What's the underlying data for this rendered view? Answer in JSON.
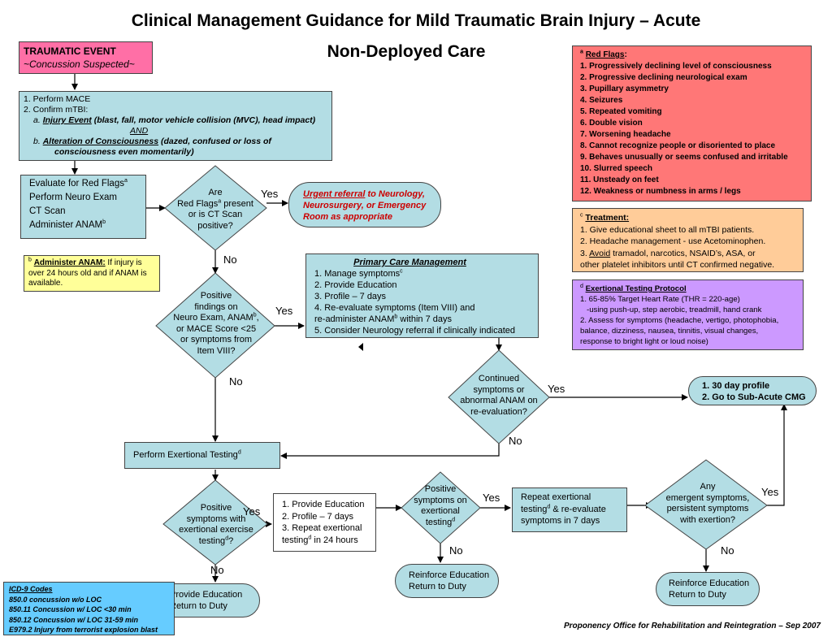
{
  "title": {
    "line1": "Clinical Management Guidance for Mild Traumatic Brain Injury – Acute",
    "line2": "Non-Deployed Care"
  },
  "colors": {
    "pink": "#ff6fa6",
    "teal": "#b3dde4",
    "red": "#ff7777",
    "orange": "#ffcc99",
    "purple": "#cc99ff",
    "yellow": "#ffff99",
    "blue": "#66ccff"
  },
  "trauma": {
    "line1": "TRAUMATIC EVENT",
    "line2": "~Concussion Suspected~"
  },
  "mace": {
    "l1": "1. Perform MACE",
    "l2": "2. Confirm mTBI:",
    "a_prefix": "a. ",
    "a_u": "Injury Event",
    "a_rest": " (blast, fall, motor vehicle collision (MVC), head impact)",
    "and": "AND",
    "b_prefix": "b. ",
    "b_u": "Alteration of Consciousness",
    "b_rest": " (dazed, confused or loss of",
    "b_rest2": "consciousness even momentarily)"
  },
  "evaluate": {
    "l1": "Evaluate for Red Flags",
    "l1_sup": "a",
    "l2": "Perform Neuro Exam",
    "l3": "CT Scan",
    "l4": "Administer ANAM",
    "l4_sup": "b"
  },
  "diamond1": {
    "l1": "Are",
    "l2a": "Red Flags",
    "l2sup": "a",
    "l2b": " present",
    "l3": "or is CT Scan",
    "l4": "positive?"
  },
  "urgent": {
    "u": "Urgent referral",
    "rest": " to Neurology, Neurosurgery, or Emergency Room as appropriate"
  },
  "anam_note": {
    "sup": "b",
    "u": "Administer ANAM:",
    "rest": " If injury is over 24 hours old and if ANAM is available."
  },
  "diamond2": {
    "l1": "Positive",
    "l2": "findings on",
    "l3a": "Neuro Exam, ANAM",
    "l3sup": "b",
    "l3b": ",",
    "l4": "or MACE Score <25",
    "l5": "or symptoms from",
    "l6": "Item VIII?"
  },
  "primary": {
    "title": "Primary Care Management",
    "items": [
      "1. Manage symptoms",
      "2. Provide Education",
      "3. Profile – 7 days",
      "4. Re-evaluate symptoms (Item VIII) and",
      "re-administer ANAM",
      "5. Consider Neurology referral if clinically indicated"
    ],
    "item1_sup": "c",
    "item5_sup": "b",
    "item5_tail": " within 7 days"
  },
  "diamond3": {
    "l1": "Continued",
    "l2": "symptoms or",
    "l3": "abnormal ANAM on",
    "l4": "re-evaluation?"
  },
  "profile30": {
    "l1": "1. 30 day profile",
    "l2": "2. Go to Sub-Acute CMG"
  },
  "exertional_testing": {
    "text": "Perform Exertional Testing",
    "sup": "d"
  },
  "diamond4": {
    "l1": "Positive",
    "l2": "symptoms with",
    "l3": "exertional exercise",
    "l4": "testing",
    "l4sup": "d",
    "l4b": "?"
  },
  "education_box": {
    "items": [
      "1. Provide Education",
      "2. Profile – 7 days",
      "3. Repeat exertional",
      "testing",
      " in 24 hours"
    ],
    "sup": "d"
  },
  "diamond5": {
    "l1": "Positive",
    "l2": "symptoms on",
    "l3": "exertional",
    "l4": "testing",
    "l4sup": "d"
  },
  "repeat_box": {
    "l1": "Repeat exertional",
    "l2a": "testing",
    "l2sup": "d",
    "l2b": " & re-evaluate",
    "l3": "symptoms in 7 days"
  },
  "diamond6": {
    "l1": "Any",
    "l2": "emergent symptoms,",
    "l3": "persistent symptoms",
    "l4": "with exertion?"
  },
  "reinforce1": {
    "l1": "Reinforce Education",
    "l2": "Return to Duty"
  },
  "reinforce2": {
    "l1": "Reinforce Education",
    "l2": "Return to Duty"
  },
  "provide_rtd": {
    "l1": "Provide Education",
    "l2": "Return to Duty"
  },
  "labels": {
    "yes": "Yes",
    "no": "No"
  },
  "red_flags": {
    "sup": "a",
    "title": "Red Flags",
    "colon": ":",
    "items": [
      "1. Progressively declining level of consciousness",
      "2. Progressive declining neurological  exam",
      "3. Pupillary asymmetry",
      "4. Seizures",
      "5. Repeated vomiting",
      "6. Double vision",
      "7. Worsening headache",
      "8. Cannot recognize people or disoriented to place",
      "9. Behaves unusually or seems confused and  irritable",
      "10. Slurred speech",
      "11. Unsteady on feet",
      "12. Weakness or numbness in arms / legs"
    ]
  },
  "treatment": {
    "sup": "c",
    "title": "Treatment:",
    "l1": "1. Give educational sheet to all mTBI patients.",
    "l2": "2. Headache management  - use Acetominophen.",
    "l3a": "3. ",
    "l3u": "Avoid",
    "l3b": " tramadol, narcotics, NSAID’s, ASA, or",
    "l4": "other platelet inhibitors until CT confirmed negative."
  },
  "exertional_protocol": {
    "sup": "d",
    "title": "Exertional Testing Protocol",
    "items": [
      "1. 65-85% Target Heart Rate (THR = 220-age)",
      "   -using push-up, step aerobic, treadmill, hand crank",
      "2. Assess for symptoms (headache, vertigo, photophobia,",
      "balance, dizziness, nausea, tinnitis, visual changes,",
      "response to bright light or loud noise)"
    ]
  },
  "icd": {
    "title": "ICD-9 Codes",
    "items": [
      "850.0 concussion w/o LOC",
      "850.11 Concussion w/ LOC <30 min",
      "850.12 Concussion w/ LOC 31-59 min",
      "E979.2 Injury from terrorist explosion blast"
    ]
  },
  "footer": "Proponency Office for Rehabilitation and Reintegration – Sep 2007"
}
